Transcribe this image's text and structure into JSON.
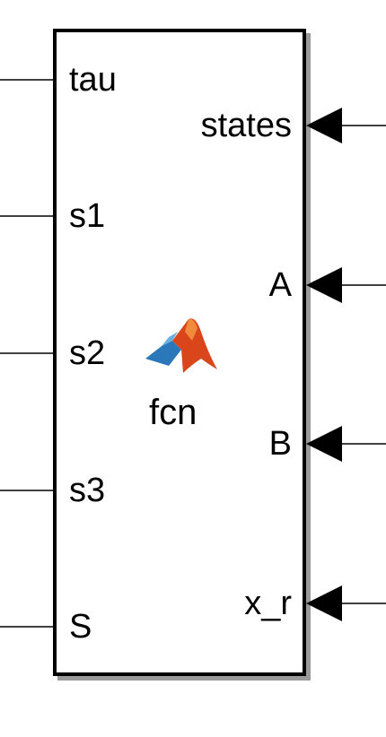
{
  "block": {
    "function_name": "fcn",
    "icon": "matlab-logo-icon",
    "inputs": [
      "tau",
      "s1",
      "s2",
      "s3",
      "S"
    ],
    "outputs": [
      "states",
      "A",
      "B",
      "x_r"
    ]
  },
  "colors": {
    "border": "#000000",
    "shadow": "#9a9a9a",
    "logo_orange": "#d9461c",
    "logo_blue": "#2a78b9"
  }
}
